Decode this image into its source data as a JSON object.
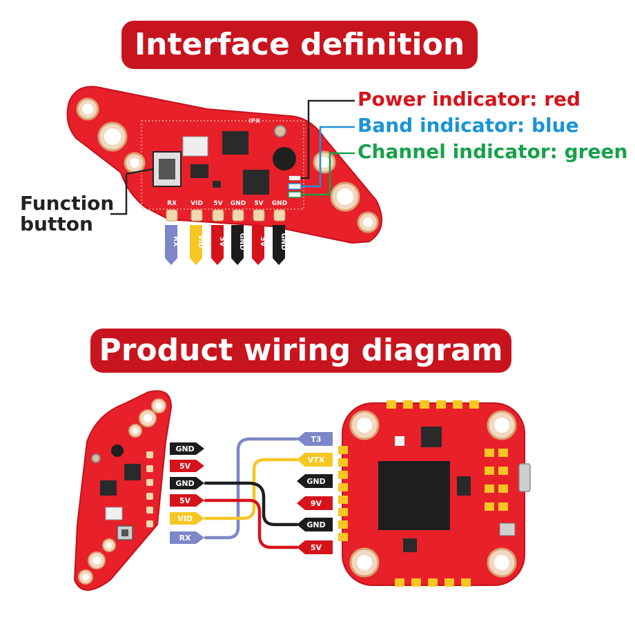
{
  "sections": {
    "interface_title": "Interface definition",
    "wiring_title": "Product wiring diagram"
  },
  "indicators": {
    "power": "Power indicator: red",
    "band": "Band indicator: blue",
    "channel": "Channel indicator: green"
  },
  "function_button": {
    "line1": "Function",
    "line2": "button"
  },
  "board_pads": [
    "RX",
    "VID",
    "5V",
    "GND",
    "5V",
    "GND"
  ],
  "pin_tags": [
    "RX",
    "VID",
    "5V",
    "GND",
    "5V",
    "GND"
  ],
  "board_text": {
    "ipx": "IPX"
  },
  "vtx_wires": [
    "GND",
    "5V",
    "GND",
    "5V",
    "VID",
    "RX"
  ],
  "fc_wires": [
    "T3",
    "VTX",
    "GND",
    "9V",
    "GND",
    "5V"
  ],
  "colors": {
    "banner": "#c8141e",
    "power": "#d6131b",
    "band": "#1a93d6",
    "channel": "#17a14a",
    "rx": "#7c86c8",
    "vid": "#f7c623",
    "v5": "#d6131b",
    "gnd": "#1c1c1c",
    "board": "#e8202a"
  }
}
